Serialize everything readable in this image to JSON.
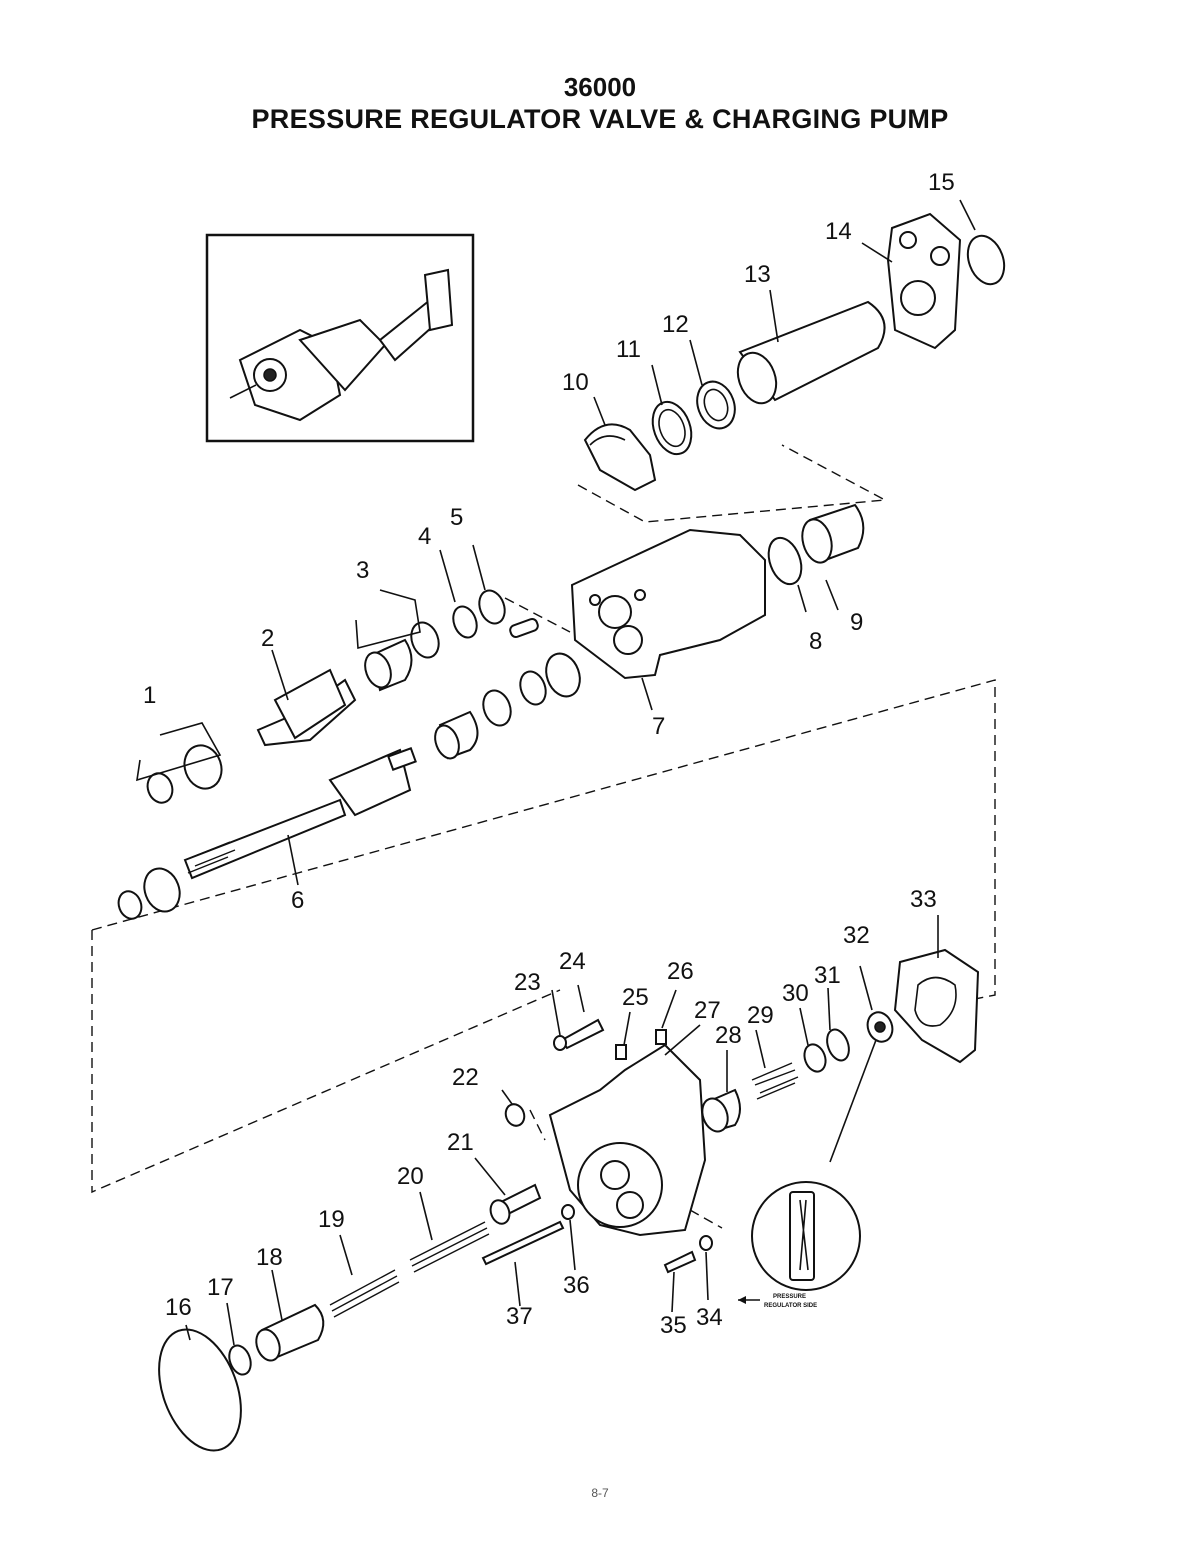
{
  "title": {
    "number": "36000",
    "name": "PRESSURE REGULATOR VALVE & CHARGING PUMP"
  },
  "callouts": [
    "1",
    "2",
    "3",
    "4",
    "5",
    "6",
    "7",
    "8",
    "9",
    "10",
    "11",
    "12",
    "13",
    "14",
    "15",
    "16",
    "17",
    "18",
    "19",
    "20",
    "21",
    "22",
    "23",
    "24",
    "25",
    "26",
    "27",
    "28",
    "29",
    "30",
    "31",
    "32",
    "33",
    "34",
    "35",
    "36",
    "37"
  ],
  "side_note": [
    "PRESSURE",
    "REGULATOR SIDE"
  ],
  "page_number": "8-7"
}
